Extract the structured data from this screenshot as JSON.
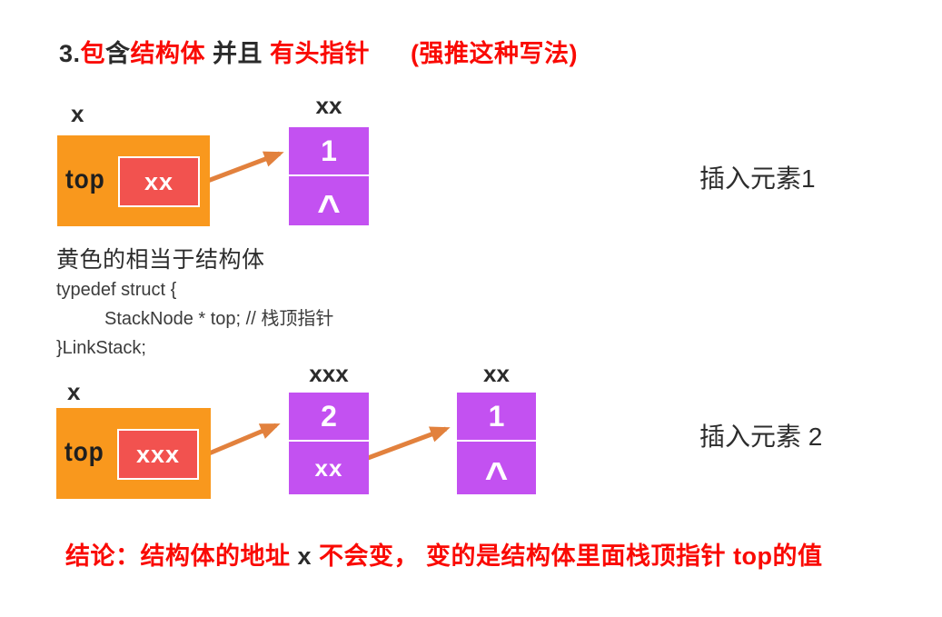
{
  "colors": {
    "red_text": "#fa0a04",
    "dark_text": "#2b2b2b",
    "struct_box_orange": "#f9981d",
    "pointer_box_red": "#f2524f",
    "node_purple": "#c351f1",
    "arrow_orange": "#e2813d",
    "divider_white": "#ffffff"
  },
  "header": {
    "segments": [
      {
        "text": "3.",
        "color": "dark"
      },
      {
        "text": "包",
        "color": "red"
      },
      {
        "text": "含",
        "color": "dark"
      },
      {
        "text": "结构体",
        "color": "red"
      },
      {
        "text": " 并且 ",
        "color": "dark"
      },
      {
        "text": "有头指针",
        "color": "red"
      },
      {
        "text": "(强推这种写法)",
        "color": "red"
      }
    ]
  },
  "diagram1": {
    "struct_label": "x",
    "top_label": "top",
    "pointer_value": "xx",
    "node": {
      "label": "xx",
      "data": "1",
      "next": "^"
    },
    "caption": "插入元素1"
  },
  "note": {
    "heading": "黄色的相当于结构体",
    "code_lines": [
      "typedef struct {",
      "StackNode * top; // 栈顶指针",
      "}LinkStack;"
    ]
  },
  "diagram2": {
    "struct_label": "x",
    "top_label": "top",
    "pointer_value": "xxx",
    "node1": {
      "label": "xxx",
      "data": "2",
      "next": "xx"
    },
    "node2": {
      "label": "xx",
      "data": "1",
      "next": "^"
    },
    "caption": "插入元素 2"
  },
  "conclusion": {
    "segments": [
      {
        "text": "结论：结构体的地址 ",
        "color": "red"
      },
      {
        "text": "x",
        "color": "dark"
      },
      {
        "text": " 不会变， 变的是结构体里面栈顶指针 ",
        "color": "red"
      },
      {
        "text": "top的值",
        "color": "red"
      }
    ]
  }
}
